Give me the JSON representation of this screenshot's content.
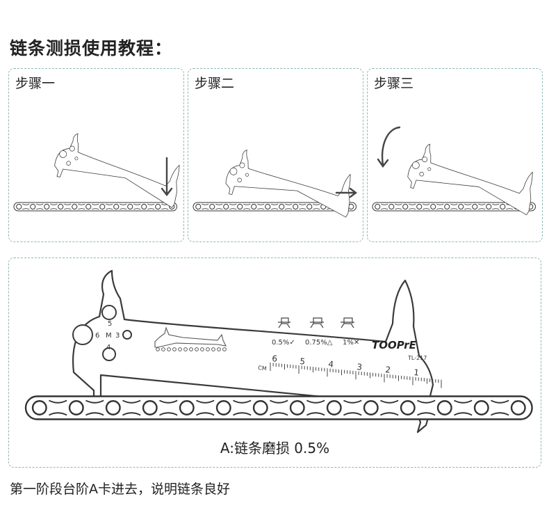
{
  "heading": "链条测损使用教程：",
  "steps": [
    {
      "label": "步骤一",
      "arrow": "down-arrow"
    },
    {
      "label": "步骤二",
      "arrow": "right-arrow"
    },
    {
      "label": "步骤三",
      "arrow": "curved-arrow"
    }
  ],
  "tool": {
    "brand": "TOOPrE",
    "model": "TL-217",
    "hex_labels": [
      "5",
      "6",
      "M",
      "3",
      "4"
    ],
    "wear_marks": [
      "0.5%✓",
      "0.75%△",
      "1%✕"
    ],
    "ruler_unit": "CM",
    "ruler_numbers": [
      "6",
      "5",
      "4",
      "3",
      "2",
      "1"
    ]
  },
  "main_caption": "A:链条磨损 0.5%",
  "footer": "第一阶段台阶A卡进去，说明链条良好",
  "colors": {
    "border": "#8fb6b6",
    "line": "#3a3a3a",
    "arrow": "#555555"
  }
}
